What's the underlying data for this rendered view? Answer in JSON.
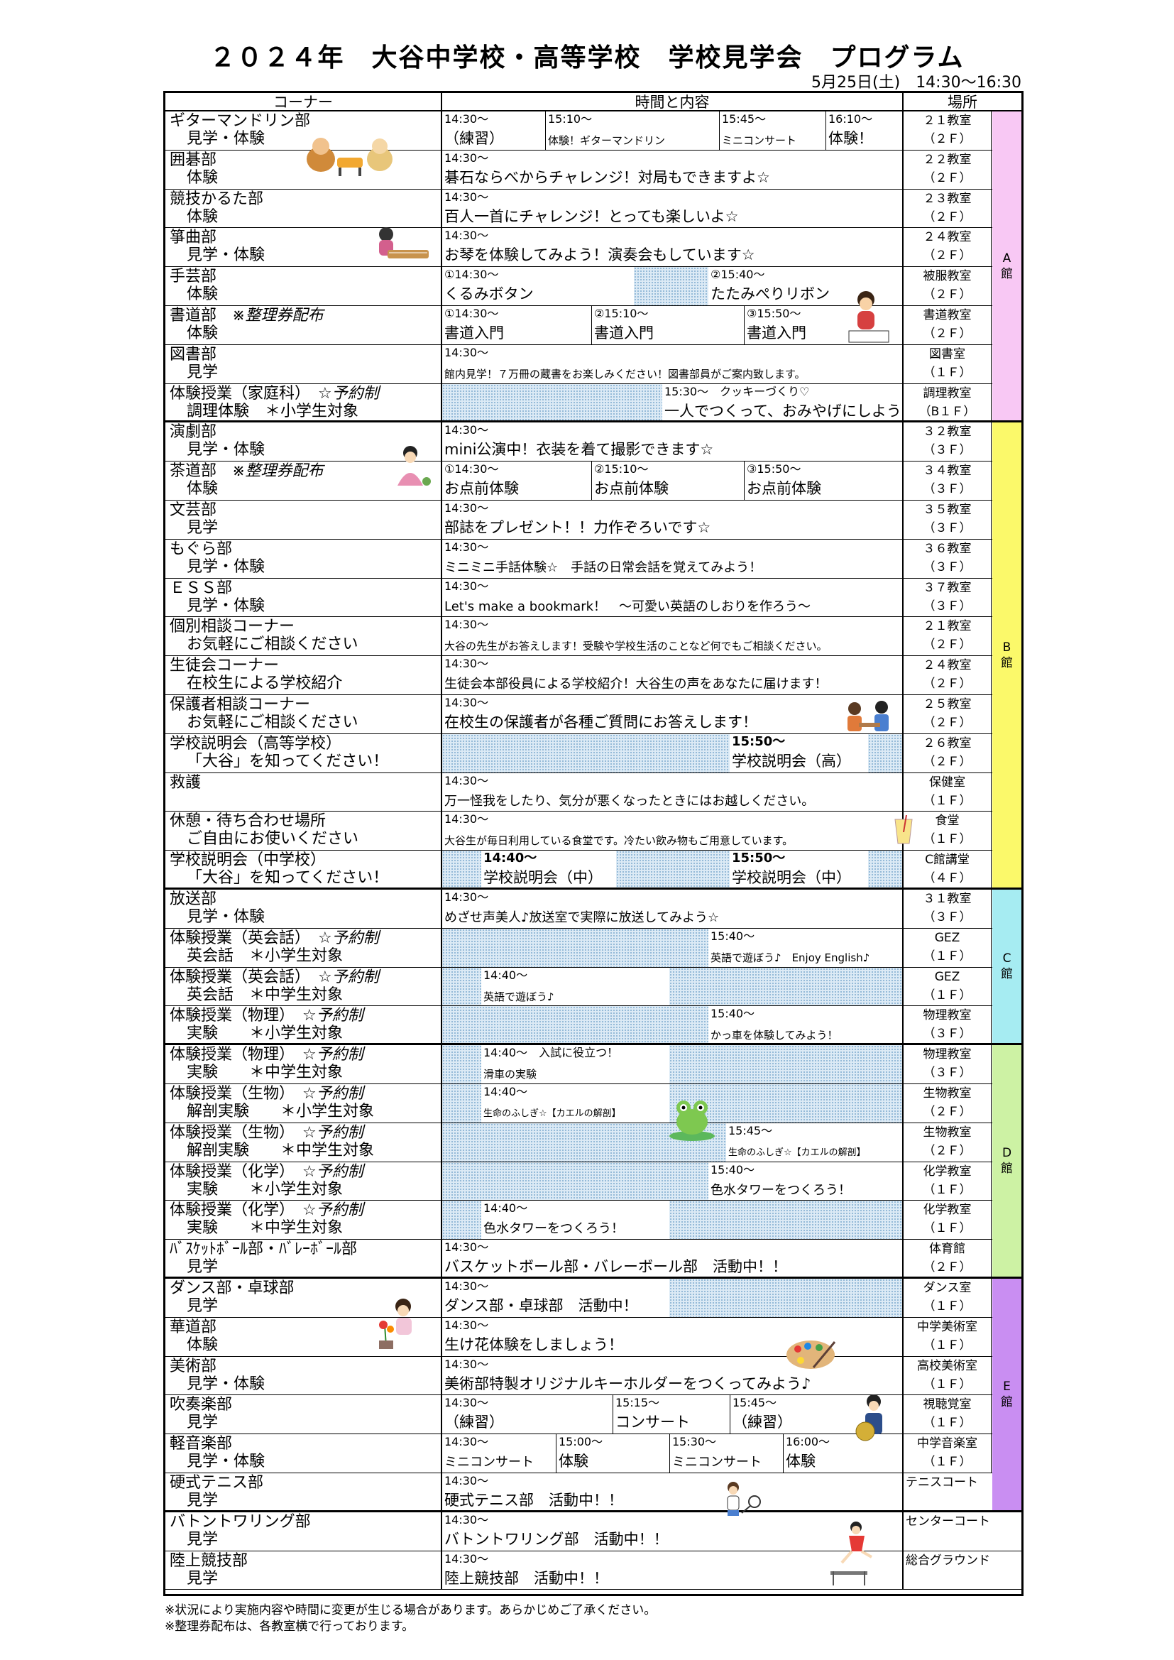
{
  "title": "２０２４年　大谷中学校・高等学校　学校見学会　プログラム",
  "date": "5月25日(土)　14:30〜16:30",
  "headers": {
    "corner": "コーナー",
    "content": "時間と内容",
    "place": "場所"
  },
  "buildings": [
    {
      "label": "A\n館",
      "color": "#f8c8f4"
    },
    {
      "label": "B\n館",
      "color": "#fbf96a"
    },
    {
      "label": "C\n館",
      "color": "#a6ecf2"
    },
    {
      "label": "D\n館",
      "color": "#cdf2a4"
    },
    {
      "label": "E\n館",
      "color": "#c98ef2"
    }
  ],
  "rows": [
    {
      "name": "ギターマンドリン部",
      "sub": "見学・体験",
      "place": [
        "２１教室",
        "（２Ｆ）"
      ],
      "segs": [
        {
          "t": "14:30〜",
          "x": "（練習）"
        },
        {
          "t": "15:10〜",
          "x": "体験！ギターマンドリン",
          "sz": "sm"
        },
        {
          "t": "15:45〜",
          "x": "ミニコンサート",
          "sz": "sm"
        },
        {
          "t": "16:10〜",
          "x": "体験！"
        }
      ]
    },
    {
      "name": "囲碁部",
      "sub": "体験",
      "place": [
        "２２教室",
        "（２Ｆ）"
      ],
      "segs": [
        {
          "t": "14:30〜",
          "x": "碁石ならべからチャレンジ！対局もできますよ☆"
        }
      ]
    },
    {
      "name": "競技かるた部",
      "sub": "体験",
      "place": [
        "２３教室",
        "（２Ｆ）"
      ],
      "segs": [
        {
          "t": "14:30〜",
          "x": "百人一首にチャレンジ！とっても楽しいよ☆"
        }
      ]
    },
    {
      "name": "箏曲部",
      "sub": "見学・体験",
      "place": [
        "２４教室",
        "（２Ｆ）"
      ],
      "segs": [
        {
          "t": "14:30〜",
          "x": "お琴を体験してみよう！演奏会もしています☆"
        }
      ]
    },
    {
      "name": "手芸部",
      "sub": "体験",
      "place": [
        "被服教室",
        "（２Ｆ）"
      ],
      "segs": [
        {
          "t": "①14:30〜",
          "x": "くるみボタン"
        },
        {
          "t": "",
          "x": ""
        },
        {
          "t": "②15:40〜",
          "x": "たたみぺりリボン"
        }
      ]
    },
    {
      "name": "書道部",
      "note": "※整理券配布",
      "sub": "体験",
      "place": [
        "書道教室",
        "（２Ｆ）"
      ],
      "segs": [
        {
          "t": "①14:30〜",
          "x": "書道入門"
        },
        {
          "t": "②15:10〜",
          "x": "書道入門"
        },
        {
          "t": "③15:50〜",
          "x": "書道入門"
        }
      ]
    },
    {
      "name": "図書部",
      "sub": "見学",
      "place": [
        "図書室",
        "（１Ｆ）"
      ],
      "segs": [
        {
          "t": "14:30〜",
          "x": "館内見学！７万冊の蔵書をお楽しみください！図書部員がご案内致します。",
          "sz": "sm"
        }
      ]
    },
    {
      "name": "体験授業（家庭科）",
      "note": "☆予約制",
      "sub": "調理体験　＊小学生対象",
      "place": [
        "調理教室",
        "（B１Ｆ）"
      ],
      "segs": [
        {
          "t": "",
          "x": ""
        },
        {
          "t": "15:30〜　クッキーづくり♡",
          "x": "一人でつくって、おみやげにしよう♪"
        }
      ]
    },
    {
      "name": "演劇部",
      "sub": "見学・体験",
      "place": [
        "３２教室",
        "（３Ｆ）"
      ],
      "segs": [
        {
          "t": "14:30〜",
          "x": "mini公演中！衣装を着て撮影できます☆"
        }
      ]
    },
    {
      "name": "茶道部",
      "note": "※整理券配布",
      "sub": "体験",
      "place": [
        "３４教室",
        "（３Ｆ）"
      ],
      "segs": [
        {
          "t": "①14:30〜",
          "x": "お点前体験"
        },
        {
          "t": "②15:10〜",
          "x": "お点前体験"
        },
        {
          "t": "③15:50〜",
          "x": "お点前体験"
        }
      ]
    },
    {
      "name": "文芸部",
      "sub": "見学",
      "place": [
        "３５教室",
        "（３Ｆ）"
      ],
      "segs": [
        {
          "t": "14:30〜",
          "x": "部誌をプレゼント！！力作ぞろいです☆"
        }
      ]
    },
    {
      "name": "もぐら部",
      "sub": "見学・体験",
      "place": [
        "３６教室",
        "（３Ｆ）"
      ],
      "segs": [
        {
          "t": "14:30〜",
          "x": "ミニミニ手話体験☆　手話の日常会話を覚えてみよう！",
          "sz": "md"
        }
      ]
    },
    {
      "name": "ＥＳＳ部",
      "sub": "見学・体験",
      "place": [
        "３７教室",
        "（３Ｆ）"
      ],
      "segs": [
        {
          "t": "14:30〜",
          "x": "Let's make a bookmark！　〜可愛い英語のしおりを作ろう〜",
          "sz": "md"
        }
      ]
    },
    {
      "name": "個別相談コーナー",
      "sub": "お気軽にご相談ください",
      "place": [
        "２１教室",
        "（２Ｆ）"
      ],
      "segs": [
        {
          "t": "14:30〜",
          "x": "大谷の先生がお答えします！受験や学校生活のことなど何でもご相談ください。",
          "sz": "sm"
        }
      ]
    },
    {
      "name": "生徒会コーナー",
      "sub": "在校生による学校紹介",
      "place": [
        "２４教室",
        "（２Ｆ）"
      ],
      "segs": [
        {
          "t": "14:30〜",
          "x": "生徒会本部役員による学校紹介！大谷生の声をあなたに届けます！",
          "sz": "md"
        }
      ]
    },
    {
      "name": "保護者相談コーナー",
      "sub": "お気軽にご相談ください",
      "place": [
        "２５教室",
        "（２Ｆ）"
      ],
      "segs": [
        {
          "t": "14:30〜",
          "x": "在校生の保護者が各種ご質問にお答えします！"
        }
      ]
    },
    {
      "name": "学校説明会（高等学校）",
      "sub": "「大谷」を知ってください！",
      "place": [
        "２６教室",
        "（２Ｆ）"
      ],
      "segs": [
        {
          "t": "",
          "x": ""
        },
        {
          "t": "15:50〜",
          "x": "学校説明会（高）",
          "tb": 1
        },
        {
          "t": "",
          "x": ""
        }
      ]
    },
    {
      "name": "救護",
      "sub": "",
      "place": [
        "保健室",
        "（１Ｆ）"
      ],
      "segs": [
        {
          "t": "14:30〜",
          "x": "万一怪我をしたり、気分が悪くなったときにはお越しください。",
          "sz": "md"
        }
      ]
    },
    {
      "name": "休憩・待ち合わせ場所",
      "sub": "ご自由にお使いください",
      "place": [
        "食堂",
        "（１Ｆ）"
      ],
      "segs": [
        {
          "t": "14:30〜",
          "x": "大谷生が毎日利用している食堂です。冷たい飲み物もご用意しています。",
          "sz": "sm"
        }
      ]
    },
    {
      "name": "学校説明会（中学校）",
      "sub": "「大谷」を知ってください！",
      "place": [
        "C館講堂",
        "（４Ｆ）"
      ],
      "segs": [
        {
          "t": "",
          "x": ""
        },
        {
          "t": "14:40〜",
          "x": "学校説明会（中）",
          "tb": 1
        },
        {
          "t": "",
          "x": ""
        },
        {
          "t": "15:50〜",
          "x": "学校説明会（中）",
          "tb": 1
        },
        {
          "t": "",
          "x": ""
        }
      ]
    },
    {
      "name": "放送部",
      "sub": "見学・体験",
      "place": [
        "３１教室",
        "（３Ｆ）"
      ],
      "segs": [
        {
          "t": "14:30〜",
          "x": "めざせ声美人♪放送室で実際に放送してみよう☆",
          "sz": "md"
        }
      ]
    },
    {
      "name": "体験授業（英会話）",
      "note": "☆予約制",
      "sub": "英会話　＊小学生対象",
      "place": [
        "GEZ",
        "（１Ｆ）"
      ],
      "segs": [
        {
          "t": "",
          "x": ""
        },
        {
          "t": "15:40〜",
          "x": "英語で遊ぼう♪　Enjoy English♪",
          "sz": "sm"
        }
      ]
    },
    {
      "name": "体験授業（英会話）",
      "note": "☆予約制",
      "sub": "英会話　＊中学生対象",
      "place": [
        "GEZ",
        "（１Ｆ）"
      ],
      "segs": [
        {
          "t": "",
          "x": ""
        },
        {
          "t": "14:40〜",
          "x": "英語で遊ぼう♪",
          "sz": "sm"
        },
        {
          "t": "",
          "x": ""
        }
      ]
    },
    {
      "name": "体験授業（物理）",
      "note": "☆予約制",
      "sub": "実験　　＊小学生対象",
      "place": [
        "物理教室",
        "（３Ｆ）"
      ],
      "segs": [
        {
          "t": "",
          "x": ""
        },
        {
          "t": "15:40〜",
          "x": "かっ車を体験してみよう！",
          "sz": "sm"
        }
      ]
    },
    {
      "name": "体験授業（物理）",
      "note": "☆予約制",
      "sub": "実験　　＊中学生対象",
      "place": [
        "物理教室",
        "（３Ｆ）"
      ],
      "segs": [
        {
          "t": "",
          "x": ""
        },
        {
          "t": "14:40〜　入試に役立つ！",
          "x": "滑車の実験",
          "sz": "sm"
        },
        {
          "t": "",
          "x": ""
        }
      ]
    },
    {
      "name": "体験授業（生物）",
      "note": "☆予約制",
      "sub": "解剖実験　　＊小学生対象",
      "place": [
        "生物教室",
        "（２Ｆ）"
      ],
      "segs": [
        {
          "t": "",
          "x": ""
        },
        {
          "t": "14:40〜",
          "x": "生命のふしぎ☆【カエルの解剖】",
          "sz": "xs"
        },
        {
          "t": "",
          "x": ""
        }
      ]
    },
    {
      "name": "体験授業（生物）",
      "note": "☆予約制",
      "sub": "解剖実験　　＊中学生対象",
      "place": [
        "生物教室",
        "（２Ｆ）"
      ],
      "segs": [
        {
          "t": "",
          "x": ""
        },
        {
          "t": "15:45〜",
          "x": "生命のふしぎ☆【カエルの解剖】",
          "sz": "xs"
        }
      ]
    },
    {
      "name": "体験授業（化学）",
      "note": "☆予約制",
      "sub": "実験　　＊小学生対象",
      "place": [
        "化学教室",
        "（１Ｆ）"
      ],
      "segs": [
        {
          "t": "",
          "x": ""
        },
        {
          "t": "15:40〜",
          "x": "色水タワーをつくろう！",
          "sz": "md"
        }
      ]
    },
    {
      "name": "体験授業（化学）",
      "note": "☆予約制",
      "sub": "実験　　＊中学生対象",
      "place": [
        "化学教室",
        "（１Ｆ）"
      ],
      "segs": [
        {
          "t": "",
          "x": ""
        },
        {
          "t": "14:40〜",
          "x": "色水タワーをつくろう！",
          "sz": "md"
        },
        {
          "t": "",
          "x": ""
        }
      ]
    },
    {
      "name": "ﾊﾞｽｹｯﾄﾎﾞｰﾙ部・ﾊﾞﾚｰﾎﾞｰﾙ部",
      "sub": "見学",
      "place": [
        "体育館",
        "（２Ｆ）"
      ],
      "segs": [
        {
          "t": "14:30〜",
          "x": "バスケットボール部・バレーボール部　活動中！！"
        }
      ]
    },
    {
      "name": "ダンス部・卓球部",
      "sub": "見学",
      "place": [
        "ダンス室",
        "（１Ｆ）"
      ],
      "segs": [
        {
          "t": "14:30〜",
          "x": "ダンス部・卓球部　活動中！"
        },
        {
          "t": "",
          "x": ""
        }
      ]
    },
    {
      "name": "華道部",
      "sub": "体験",
      "place": [
        "中学美術室",
        "（１Ｆ）"
      ],
      "segs": [
        {
          "t": "14:30〜",
          "x": "生け花体験をしましょう！"
        }
      ]
    },
    {
      "name": "美術部",
      "sub": "見学・体験",
      "place": [
        "高校美術室",
        "（１Ｆ）"
      ],
      "segs": [
        {
          "t": "14:30〜",
          "x": "美術部特製オリジナルキーホルダーをつくってみよう♪"
        }
      ]
    },
    {
      "name": "吹奏楽部",
      "sub": "見学",
      "place": [
        "視聴覚室",
        "（１Ｆ）"
      ],
      "segs": [
        {
          "t": "14:30〜",
          "x": "（練習）"
        },
        {
          "t": "15:15〜",
          "x": "コンサート"
        },
        {
          "t": "15:45〜",
          "x": "（練習）"
        }
      ]
    },
    {
      "name": "軽音楽部",
      "sub": "見学・体験",
      "place": [
        "中学音楽室",
        "（１Ｆ）"
      ],
      "segs": [
        {
          "t": "14:30〜",
          "x": "ミニコンサート",
          "sz": "md"
        },
        {
          "t": "15:00〜",
          "x": "体験"
        },
        {
          "t": "15:30〜",
          "x": "ミニコンサート",
          "sz": "md"
        },
        {
          "t": "16:00〜",
          "x": "体験"
        }
      ]
    },
    {
      "name": "硬式テニス部",
      "sub": "見学",
      "place": [
        "テニスコート"
      ],
      "segs": [
        {
          "t": "14:30〜",
          "x": "硬式テニス部　活動中！！"
        }
      ]
    },
    {
      "name": "バトントワリング部",
      "sub": "見学",
      "place": [
        "センターコート"
      ],
      "segs": [
        {
          "t": "14:30〜",
          "x": "バトントワリング部　活動中！！"
        }
      ]
    },
    {
      "name": "陸上競技部",
      "sub": "見学",
      "place": [
        "総合グラウンド"
      ],
      "segs": [
        {
          "t": "14:30〜",
          "x": "陸上競技部　活動中！！"
        }
      ]
    }
  ],
  "notes": [
    "※状況により実施内容や時間に変更が生じる場合があります。あらかじめご了承ください。",
    "※整理券配布は、各教室横で行っております。"
  ]
}
